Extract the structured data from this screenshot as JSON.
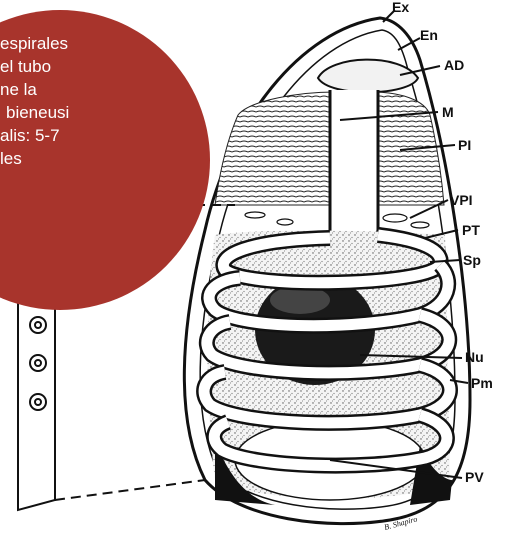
{
  "bubble": {
    "color": "#a8342c",
    "lines": [
      "espirales",
      "el tubo",
      "ne la",
      "bieneusi",
      "alis: 5-7",
      "les"
    ]
  },
  "labels": {
    "ex": "Ex",
    "en": "En",
    "ad": "AD",
    "m": "M",
    "pi": "PI",
    "vpi": "VPI",
    "pt": "PT",
    "sp": "Sp",
    "nu": "Nu",
    "pm": "Pm",
    "pv": "PV"
  },
  "signature": "B. Shapiro"
}
